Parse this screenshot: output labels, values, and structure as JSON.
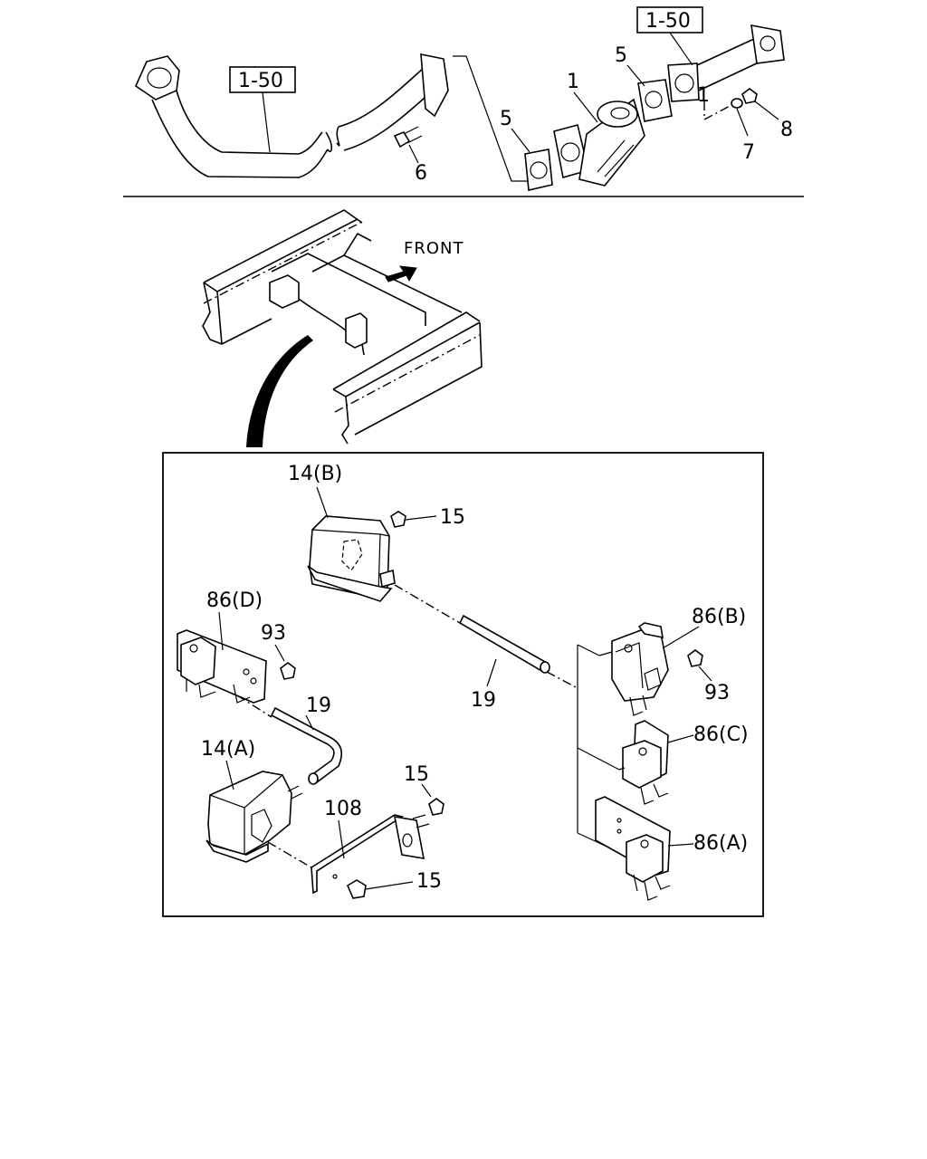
{
  "top_section": {
    "ref_box_left": "1-50",
    "ref_box_right": "1-50",
    "labels": {
      "part_1_main": "1",
      "part_1_right": "1",
      "part_5_left": "5",
      "part_5_right": "5",
      "part_6": "6",
      "part_7": "7",
      "part_8": "8"
    }
  },
  "middle_section": {
    "front_label": "FRONT"
  },
  "detail_box": {
    "labels": {
      "part_14b": "14(B)",
      "part_14a": "14(A)",
      "part_15_top": "15",
      "part_15_mid": "15",
      "part_15_bottom": "15",
      "part_19_right": "19",
      "part_19_left": "19",
      "part_86d": "86(D)",
      "part_86b": "86(B)",
      "part_86c": "86(C)",
      "part_86a": "86(A)",
      "part_93_left": "93",
      "part_93_right": "93",
      "part_108": "108"
    }
  }
}
